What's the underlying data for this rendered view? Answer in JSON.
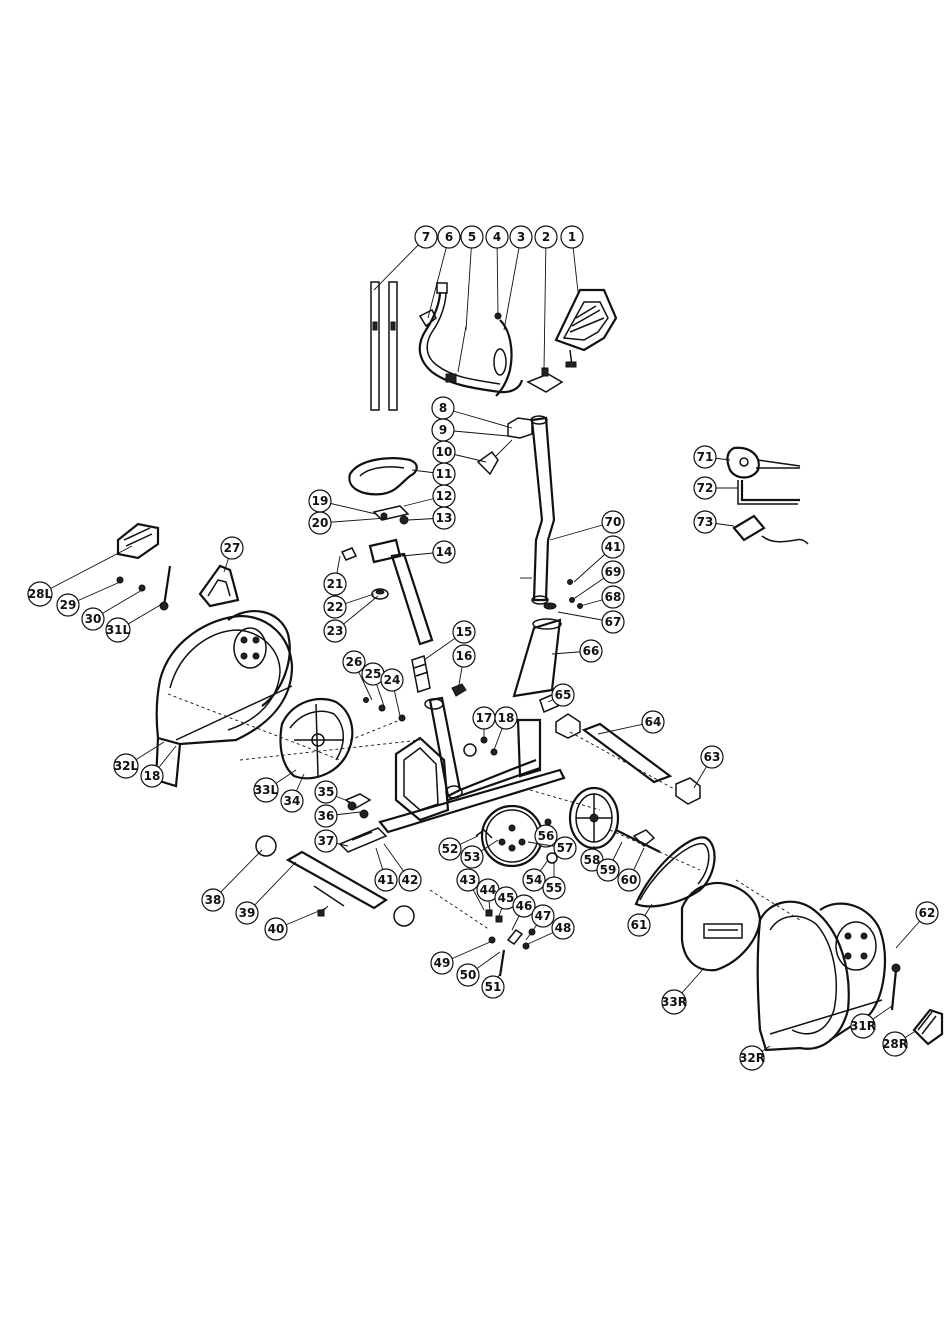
{
  "callouts": [
    {
      "label": "7"
    },
    {
      "label": "6"
    },
    {
      "label": "5"
    },
    {
      "label": "4"
    },
    {
      "label": "3"
    },
    {
      "label": "2"
    },
    {
      "label": "1"
    },
    {
      "label": "8"
    },
    {
      "label": "9"
    },
    {
      "label": "10"
    },
    {
      "label": "11"
    },
    {
      "label": "12"
    },
    {
      "label": "13"
    },
    {
      "label": "19"
    },
    {
      "label": "20"
    },
    {
      "label": "14"
    },
    {
      "label": "21"
    },
    {
      "label": "22"
    },
    {
      "label": "23"
    },
    {
      "label": "27"
    },
    {
      "label": "28L"
    },
    {
      "label": "29"
    },
    {
      "label": "30"
    },
    {
      "label": "31L"
    },
    {
      "label": "15"
    },
    {
      "label": "16"
    },
    {
      "label": "26"
    },
    {
      "label": "25"
    },
    {
      "label": "24"
    },
    {
      "label": "32L"
    },
    {
      "label": "18"
    },
    {
      "label": "33L"
    },
    {
      "label": "34"
    },
    {
      "label": "35"
    },
    {
      "label": "36"
    },
    {
      "label": "17"
    },
    {
      "label": "18"
    },
    {
      "label": "37"
    },
    {
      "label": "38"
    },
    {
      "label": "39"
    },
    {
      "label": "40"
    },
    {
      "label": "41"
    },
    {
      "label": "42"
    },
    {
      "label": "52"
    },
    {
      "label": "53"
    },
    {
      "label": "43"
    },
    {
      "label": "44"
    },
    {
      "label": "45"
    },
    {
      "label": "46"
    },
    {
      "label": "47"
    },
    {
      "label": "48"
    },
    {
      "label": "49"
    },
    {
      "label": "50"
    },
    {
      "label": "51"
    },
    {
      "label": "56"
    },
    {
      "label": "57"
    },
    {
      "label": "54"
    },
    {
      "label": "55"
    },
    {
      "label": "58"
    },
    {
      "label": "59"
    },
    {
      "label": "60"
    },
    {
      "label": "61"
    },
    {
      "label": "70"
    },
    {
      "label": "41"
    },
    {
      "label": "69"
    },
    {
      "label": "68"
    },
    {
      "label": "67"
    },
    {
      "label": "66"
    },
    {
      "label": "65"
    },
    {
      "label": "64"
    },
    {
      "label": "63"
    },
    {
      "label": "71"
    },
    {
      "label": "72"
    },
    {
      "label": "73"
    },
    {
      "label": "62"
    },
    {
      "label": "33R"
    },
    {
      "label": "32R"
    },
    {
      "label": "31R"
    },
    {
      "label": "28R"
    }
  ]
}
